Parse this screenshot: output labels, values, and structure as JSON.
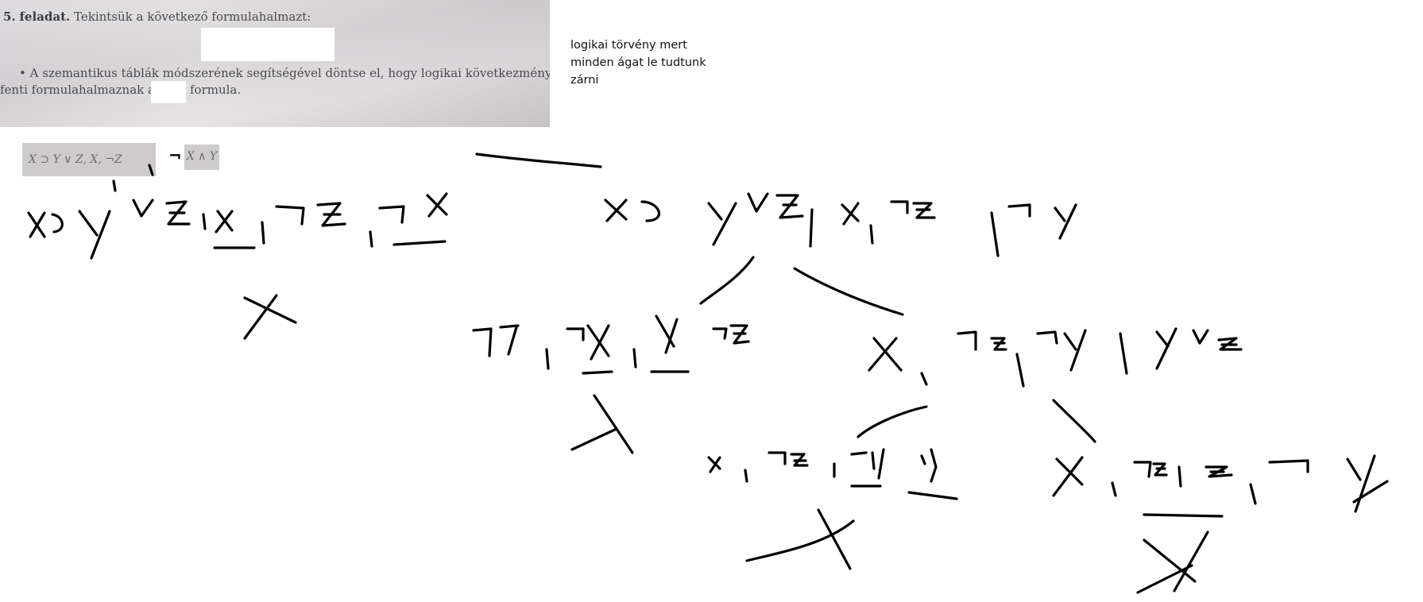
{
  "task": {
    "number": "5.",
    "title": "feladat.",
    "intro": "Tekintsük a következő formulahalmazt:",
    "bullet": "•",
    "instruction_line1": "A szemantikus táblák módszerének segítségével döntse el, hogy logikai következménye-e a",
    "instruction_line2_start": "fenti formulahalmaznak az",
    "instruction_line2_end": "formula."
  },
  "note": {
    "line1": "logikai törvény mert",
    "line2": "minden ágat le tudtunk",
    "line3": "zárni"
  },
  "formulas": {
    "premises": "X ⊃ Y ∨ Z,  X,  ¬Z",
    "negation": "¬",
    "conclusion": "X ∧ Y"
  },
  "colors": {
    "ink": "#000000",
    "photo_paper": "#dcd8db",
    "photo_text": "#4a4a4f"
  }
}
